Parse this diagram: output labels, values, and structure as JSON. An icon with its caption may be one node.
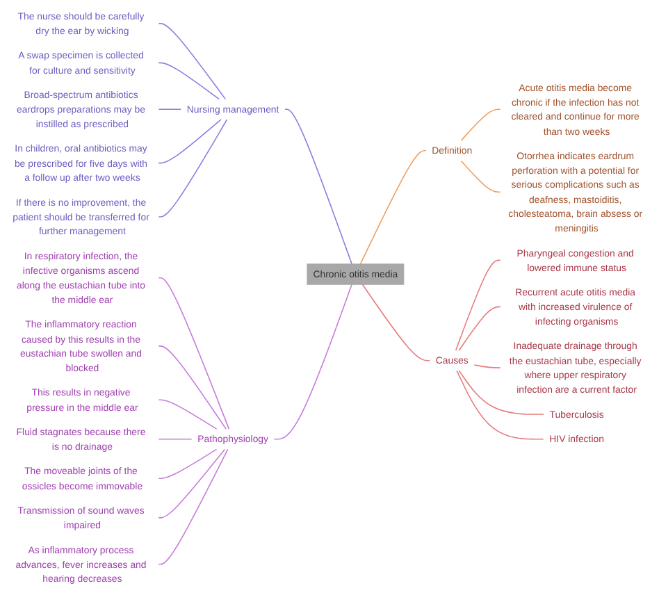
{
  "diagram": {
    "nodes": [
      {
        "text": [
          "Chronic otitis media"
        ]
      },
      {
        "text": [
          "Nursing management"
        ]
      },
      {
        "text": [
          "The nurse should be carefully dry the ear by wicking"
        ]
      },
      {
        "text": [
          "A swap specimen is collected for culture and sensitivity"
        ]
      },
      {
        "text": [
          "Broad-spectrum antibiotics eardrops preparations may be instilled as prescribed"
        ]
      },
      {
        "text": [
          "In children, oral antibiotics may be prescribed for five days with a follow up after two weeks"
        ]
      },
      {
        "text": [
          "If there is no improvement, the patient should be transferred for further management"
        ]
      },
      {
        "text": [
          "Definition"
        ]
      },
      {
        "text": [
          "Acute otitis media become chronic if the infection has not cleared and continue for more than two weeks"
        ]
      },
      {
        "text": [
          "Otorrhea indicates eardrum perforation with a potential for serious complications such as deafness, mastoiditis, cholesteatoma, brain absess or meningitis"
        ]
      },
      {
        "text": [
          "Causes"
        ]
      },
      {
        "text": [
          "Pharyngeal congestion and lowered immune status"
        ]
      },
      {
        "text": [
          "Recurrent acute otitis media with increased virulence of infecting organisms"
        ]
      },
      {
        "text": [
          "Inadequate drainage through the eustachian tube, especially where upper respiratory infection are a current factor"
        ]
      },
      {
        "text": [
          "Tuberculosis"
        ]
      },
      {
        "text": [
          "HIV infection"
        ]
      },
      {
        "text": [
          "Pathophysiology"
        ]
      },
      {
        "text": [
          "In respiratory infection, the infective organisms ascend along the eustachian tube into the middle ear"
        ]
      },
      {
        "text": [
          "The inflammatory reaction caused by this results in the eustachian tube swollen and blocked"
        ]
      },
      {
        "text": [
          "This results in negative pressure in the middle ear"
        ]
      },
      {
        "text": [
          "Fluid stagnates because there is no drainage"
        ]
      },
      {
        "text": [
          "The moveable joints of the ossicles become immovable"
        ]
      },
      {
        "text": [
          "Transmission of sound waves impaired"
        ]
      },
      {
        "text": [
          "As inflammatory process advances, fever increases and hearing decreases"
        ]
      }
    ],
    "edges": [
      {
        "from": 1,
        "to": 0,
        "arrow": "none",
        "color": "#8a7fe0"
      },
      {
        "from": 2,
        "to": 1,
        "arrow": "none",
        "color": "#8a7fe0"
      },
      {
        "from": 3,
        "to": 1,
        "arrow": "none",
        "color": "#8a7fe0"
      },
      {
        "from": 4,
        "to": 1,
        "arrow": "none",
        "color": "#8a7fe0"
      },
      {
        "from": 5,
        "to": 1,
        "arrow": "none",
        "color": "#8a7fe0"
      },
      {
        "from": 6,
        "to": 1,
        "arrow": "none",
        "color": "#8a7fe0"
      },
      {
        "from": 0,
        "to": 7,
        "arrow": "none",
        "color": "#f0a060"
      },
      {
        "from": 7,
        "to": 8,
        "arrow": "none",
        "color": "#f0a060"
      },
      {
        "from": 7,
        "to": 9,
        "arrow": "none",
        "color": "#f0a060"
      },
      {
        "from": 0,
        "to": 10,
        "arrow": "none",
        "color": "#e87a7a"
      },
      {
        "from": 10,
        "to": 11,
        "arrow": "none",
        "color": "#e87a7a"
      },
      {
        "from": 10,
        "to": 12,
        "arrow": "none",
        "color": "#e87a7a"
      },
      {
        "from": 10,
        "to": 13,
        "arrow": "none",
        "color": "#e87a7a"
      },
      {
        "from": 10,
        "to": 14,
        "arrow": "none",
        "color": "#e87a7a"
      },
      {
        "from": 10,
        "to": 15,
        "arrow": "none",
        "color": "#e87a7a"
      },
      {
        "from": 16,
        "to": 0,
        "arrow": "none"
      },
      {
        "from": 17,
        "to": 16,
        "arrow": "none"
      },
      {
        "from": 18,
        "to": 16,
        "arrow": "none"
      },
      {
        "from": 19,
        "to": 16,
        "arrow": "none"
      },
      {
        "from": 20,
        "to": 16,
        "arrow": "none"
      },
      {
        "from": 21,
        "to": 16,
        "arrow": "none"
      },
      {
        "from": 22,
        "to": 16,
        "arrow": "none"
      },
      {
        "from": 23,
        "to": 16,
        "arrow": "none"
      }
    ]
  }
}
